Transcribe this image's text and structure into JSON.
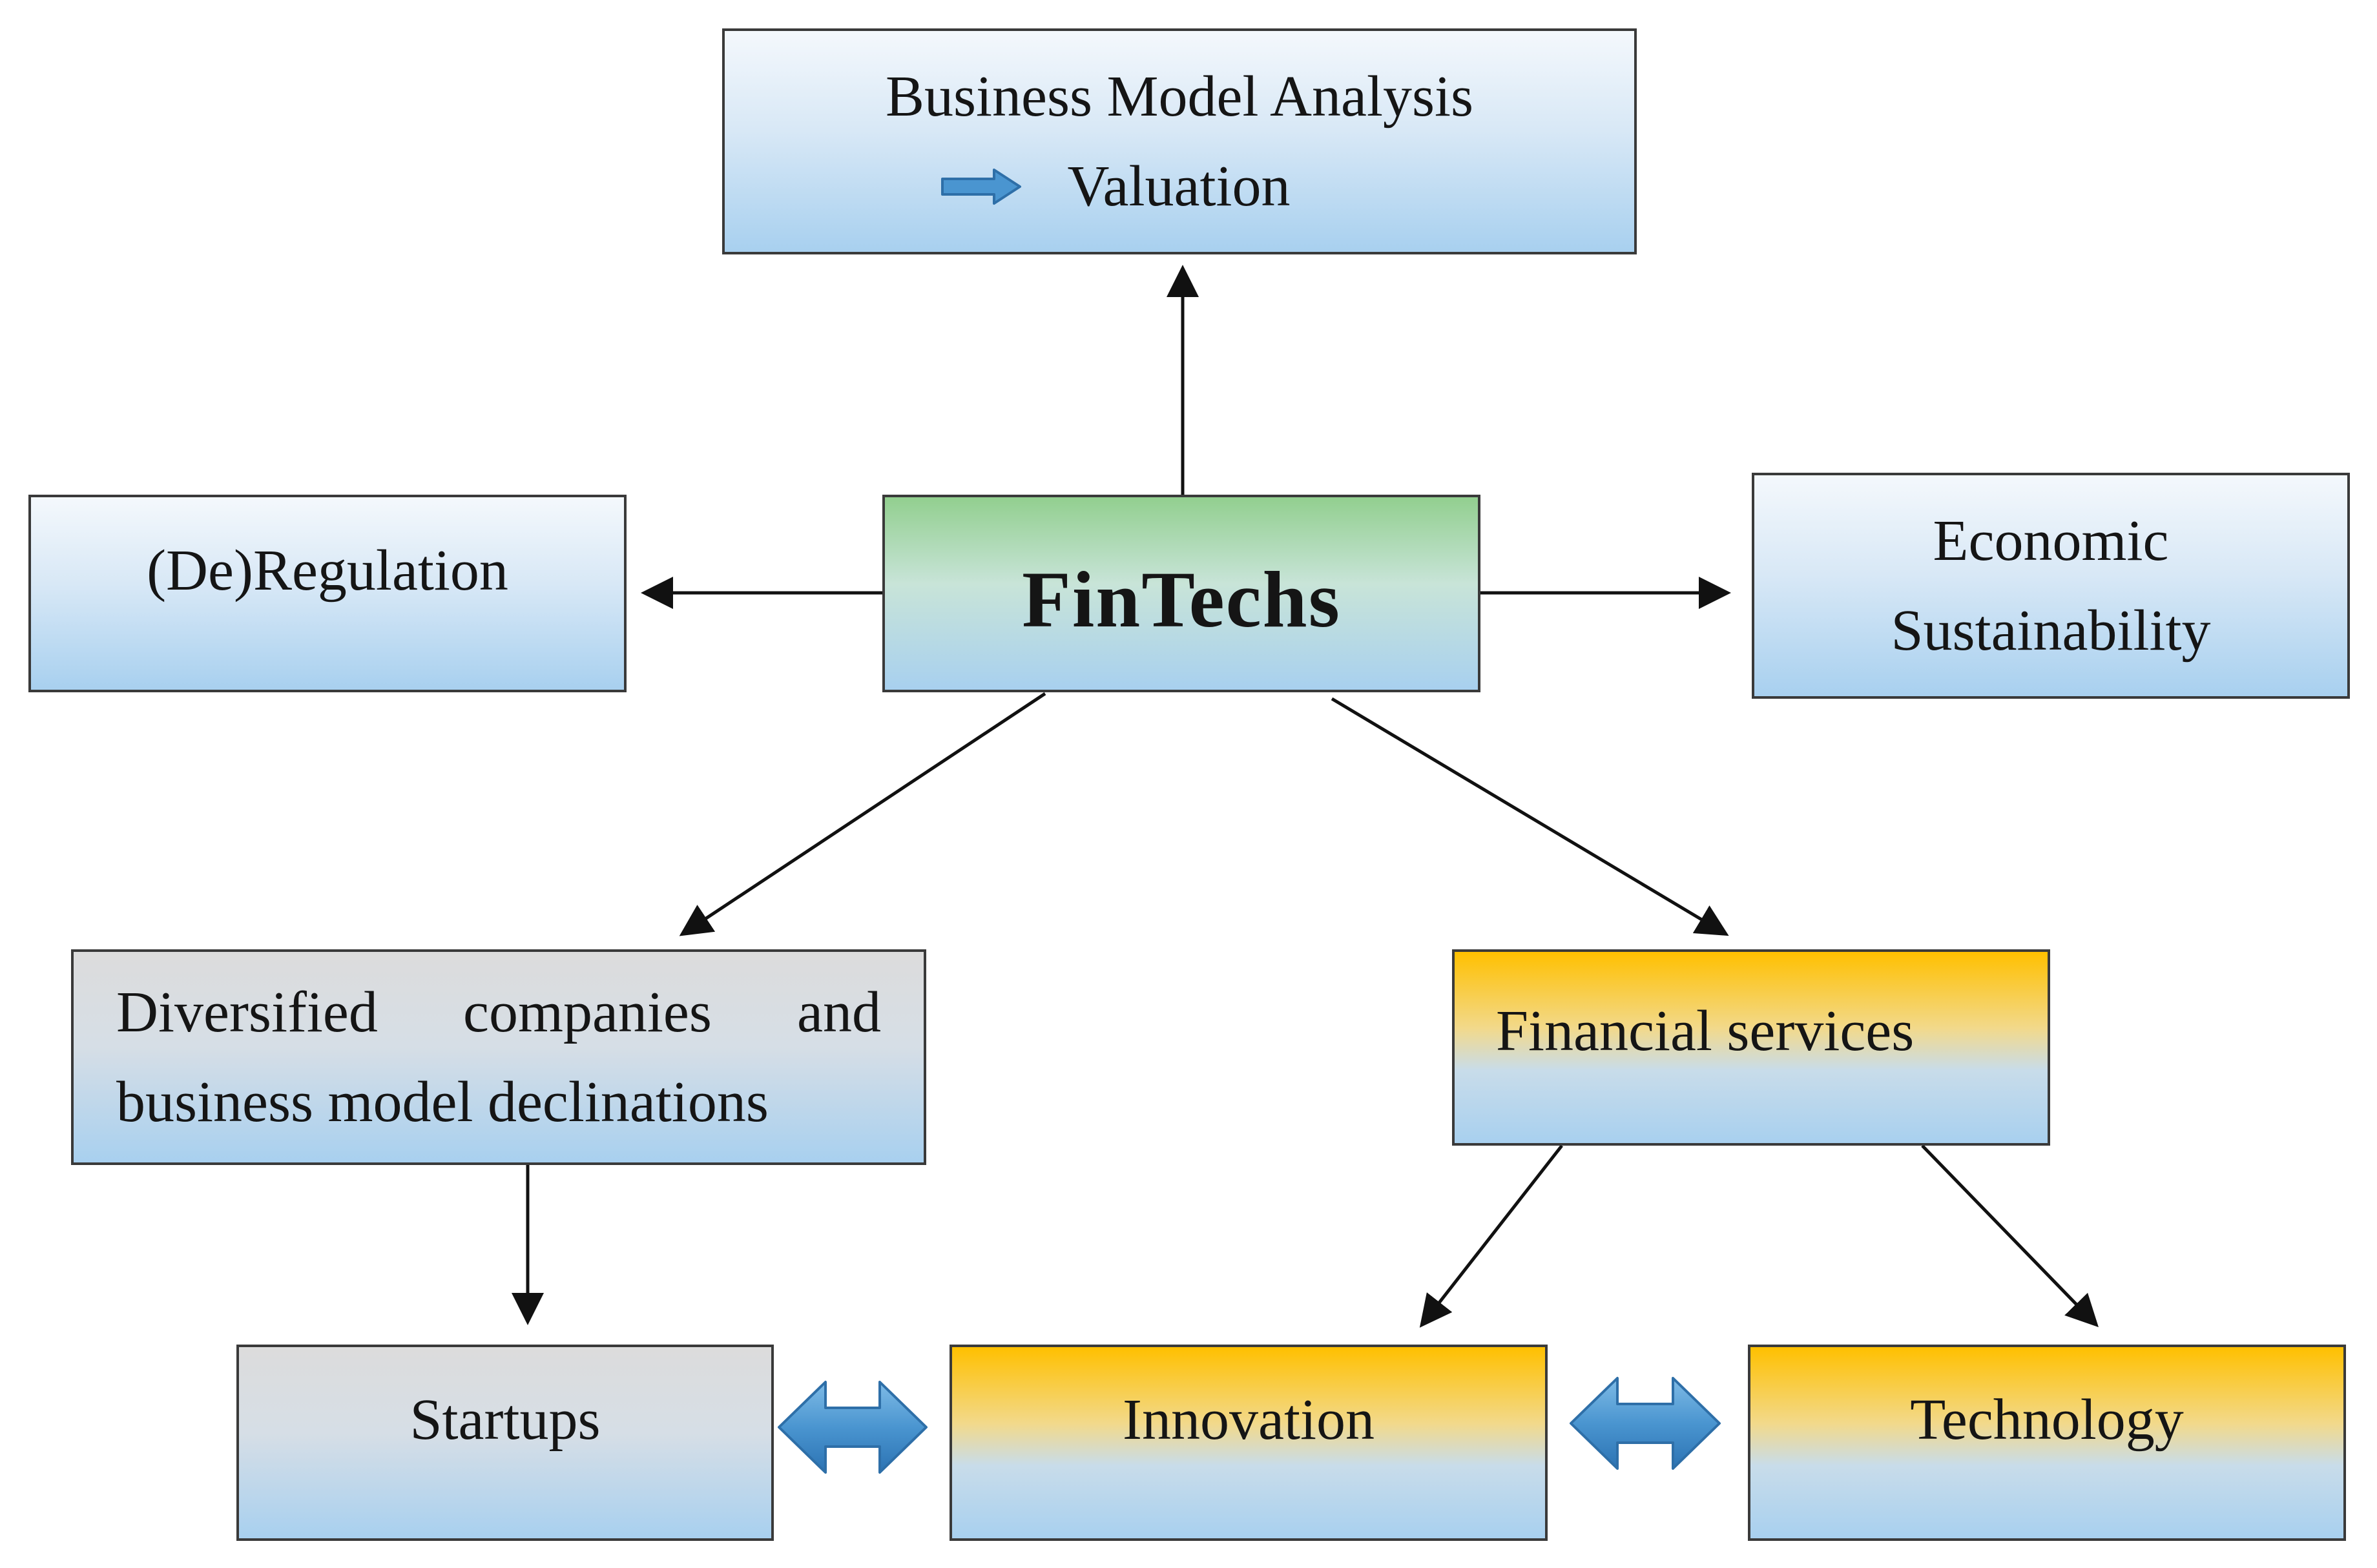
{
  "diagram": {
    "business_model": {
      "line1": "Business Model Analysis",
      "line2": "Valuation",
      "arrow_icon": "right-arrow-icon"
    },
    "regulation": "(De)Regulation",
    "fintechs": "FinTechs",
    "economic": {
      "line1": "Economic",
      "line2": "Sustainability"
    },
    "diversified": {
      "line1_words": [
        "Diversified",
        "companies",
        "and"
      ],
      "line2": "business model declinations"
    },
    "financial_services": "Financial services",
    "startups": "Startups",
    "innovation": "Innovation",
    "technology": "Technology",
    "colors": {
      "box_blue_top": "#f4f8fc",
      "box_blue_bottom": "#a8d0ef",
      "fintech_green": "#92cf8f",
      "gray_top": "#dcdcdc",
      "orange_top": "#ffc000",
      "double_arrow_fill": "#4a95d0",
      "double_arrow_stroke": "#2e6fa8",
      "connector": "#111111"
    }
  }
}
